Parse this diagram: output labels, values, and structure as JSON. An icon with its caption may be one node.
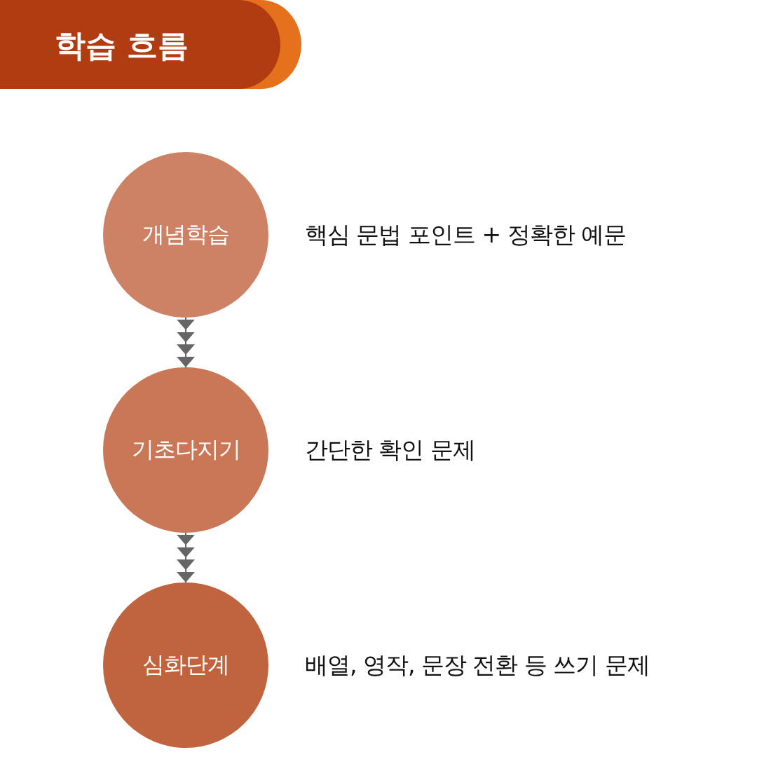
{
  "diagram": {
    "title": "학습 흐름",
    "nodes": [
      {
        "text": [
          "개념학습"
        ],
        "beside": [
          "핵심 문법 포인트 + 정확한 예문"
        ]
      },
      {
        "text": [
          "기초다지기"
        ],
        "beside": [
          "간단한 확인 문제"
        ]
      },
      {
        "text": [
          "심화단계"
        ],
        "beside": [
          "배열, 영작, 문장 전환 등 쓰기 문제"
        ]
      }
    ],
    "edges": [
      {
        "from": 0,
        "to": 1,
        "arrow": "to"
      },
      {
        "from": 1,
        "to": 2,
        "arrow": "to"
      }
    ]
  }
}
